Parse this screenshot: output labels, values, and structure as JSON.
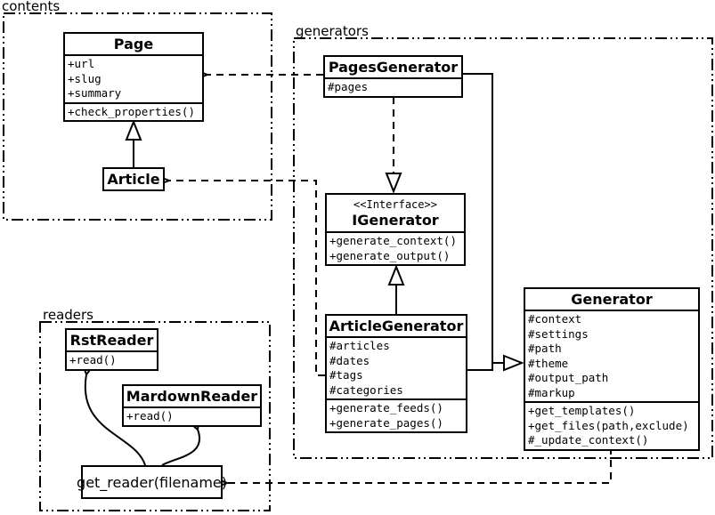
{
  "colors": {
    "line": "#000000",
    "background": "#ffffff",
    "box_fill": "#ffffff"
  },
  "packages": {
    "contents": {
      "label": "contents"
    },
    "generators": {
      "label": "generators"
    },
    "readers": {
      "label": "readers"
    }
  },
  "classes": {
    "page": {
      "name": "Page",
      "attributes": [
        "+url",
        "+slug",
        "+summary"
      ],
      "methods": [
        "+check_properties()"
      ]
    },
    "article": {
      "name": "Article"
    },
    "pages_generator": {
      "name": "PagesGenerator",
      "attributes": [
        "#pages"
      ]
    },
    "igenerator": {
      "stereotype": "<<Interface>>",
      "name": "IGenerator",
      "methods": [
        "+generate_context()",
        "+generate_output()"
      ]
    },
    "article_generator": {
      "name": "ArticleGenerator",
      "attributes": [
        "#articles",
        "#dates",
        "#tags",
        "#categories"
      ],
      "methods": [
        "+generate_feeds()",
        "+generate_pages()"
      ]
    },
    "generator": {
      "name": "Generator",
      "attributes": [
        "#context",
        "#settings",
        "#path",
        "#theme",
        "#output_path",
        "#markup"
      ],
      "methods": [
        "+get_templates()",
        "+get_files(path,exclude)",
        "#_update_context()"
      ]
    },
    "rst_reader": {
      "name": "RstReader",
      "methods": [
        "+read()"
      ]
    },
    "markdown_reader": {
      "name": "MardownReader",
      "methods": [
        "+read()"
      ]
    },
    "get_reader": {
      "label": "get_reader(filename)"
    }
  }
}
